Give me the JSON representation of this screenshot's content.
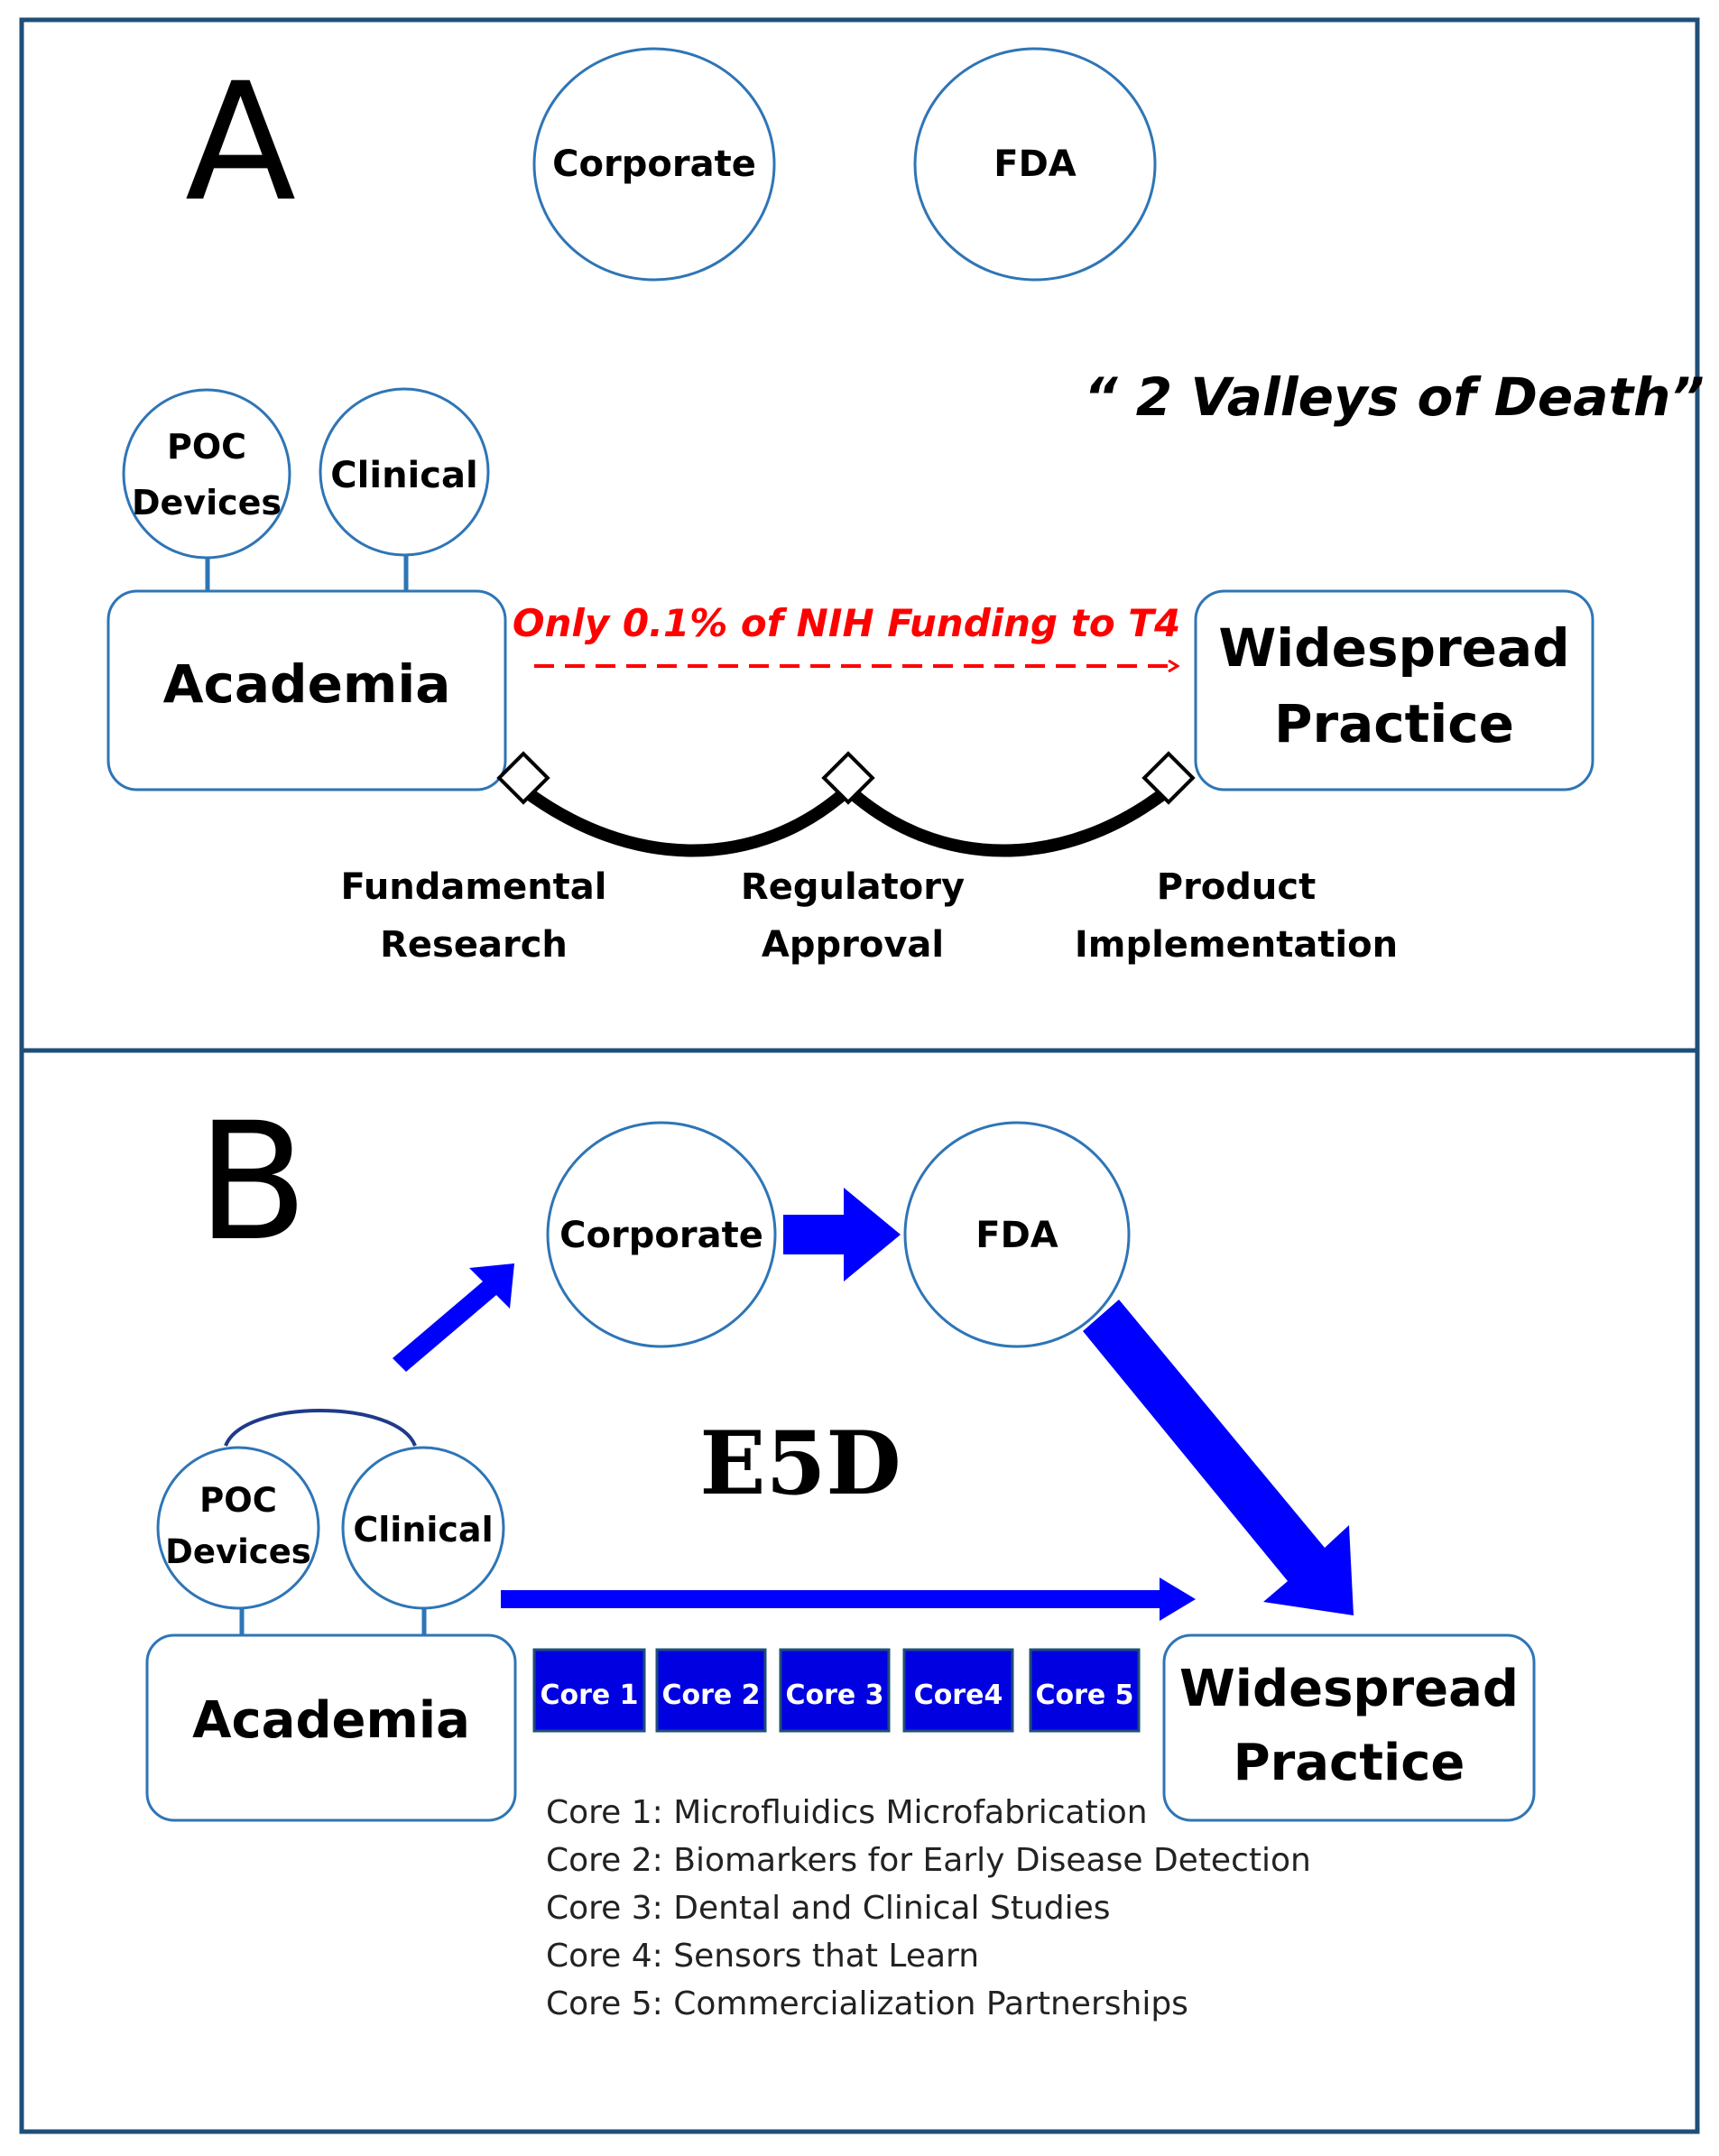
{
  "colors": {
    "frame": "#1f4e79",
    "node_stroke": "#2e75b6",
    "connector": "#2e75b6",
    "arrow_blue": "#0000ff",
    "core_fill": "#0000e0",
    "red": "#ff0000",
    "text": "#000000",
    "background": "#ffffff"
  },
  "panel_a": {
    "letter": "A",
    "corporate": "Corporate",
    "fda": "FDA",
    "tagline": "“ 2 Valleys of Death”",
    "poc_line1": "POC",
    "poc_line2": "Devices",
    "clinical": "Clinical",
    "academia": "Academia",
    "widespread_line1": "Widespread",
    "widespread_line2": "Practice",
    "funding_note": "Only 0.1% of NIH Funding to T4",
    "stages": [
      {
        "line1": "Fundamental",
        "line2": "Research"
      },
      {
        "line1": "Regulatory",
        "line2": "Approval"
      },
      {
        "line1": "Product",
        "line2": "Implementation"
      }
    ]
  },
  "panel_b": {
    "letter": "B",
    "corporate": "Corporate",
    "fda": "FDA",
    "center_label": "E5D",
    "poc_line1": "POC",
    "poc_line2": "Devices",
    "clinical": "Clinical",
    "academia": "Academia",
    "widespread_line1": "Widespread",
    "widespread_line2": "Practice",
    "cores": [
      "Core 1",
      "Core 2",
      "Core 3",
      "Core4",
      "Core 5"
    ],
    "core_legend": [
      "Core 1: Microfluidics Microfabrication",
      "Core 2: Biomarkers for Early Disease Detection",
      "Core 3: Dental and Clinical Studies",
      "Core 4: Sensors that Learn",
      "Core 5: Commercialization Partnerships"
    ]
  }
}
